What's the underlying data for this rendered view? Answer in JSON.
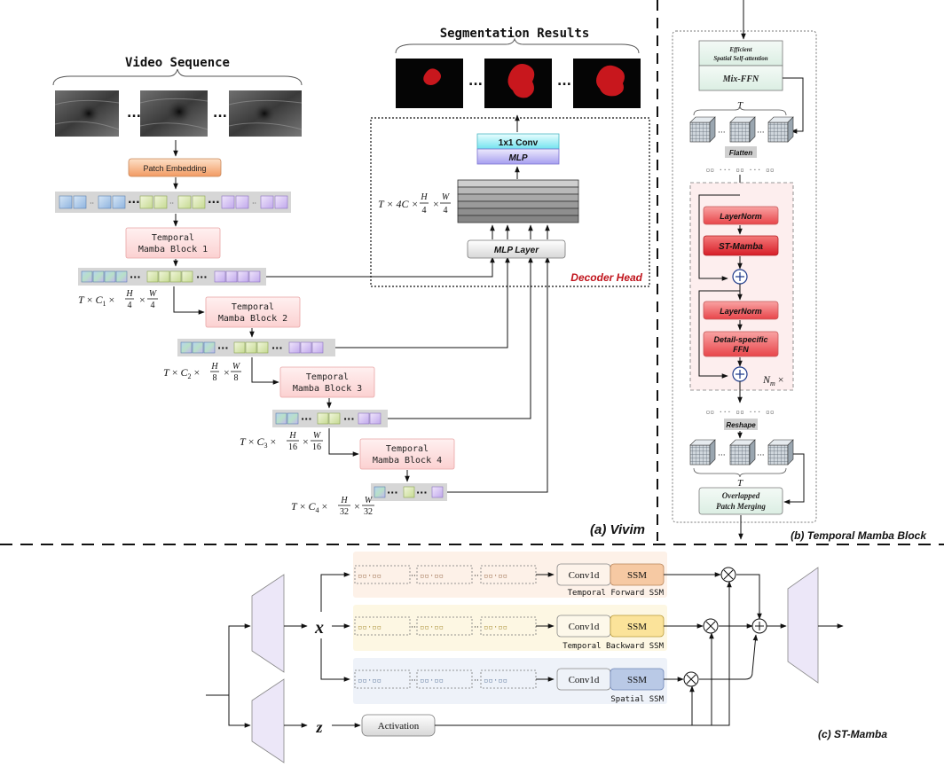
{
  "vivim": {
    "video_sequence_title": "Video Sequence",
    "ellipsis": "...",
    "patch_embedding": "Patch Embedding",
    "blocks": [
      {
        "line1": "Temporal",
        "line2": "Mamba Block 1"
      },
      {
        "line1": "Temporal",
        "line2": "Mamba Block 2"
      },
      {
        "line1": "Temporal",
        "line2": "Mamba Block 3"
      },
      {
        "line1": "Temporal",
        "line2": "Mamba Block 4"
      }
    ],
    "dims": [
      {
        "c": "1",
        "h": "H",
        "hd": "4",
        "w": "W",
        "wd": "4"
      },
      {
        "c": "2",
        "h": "H",
        "hd": "8",
        "w": "W",
        "wd": "8"
      },
      {
        "c": "3",
        "h": "H",
        "hd": "16",
        "w": "W",
        "wd": "16"
      },
      {
        "c": "4",
        "h": "H",
        "hd": "32",
        "w": "W",
        "wd": "32"
      }
    ],
    "segmentation_title": "Segmentation Results",
    "conv_label": "1x1 Conv",
    "mlp_label": "MLP",
    "mlp_layer_label": "MLP Layer",
    "decoder_label": "Decoder Head",
    "feature_dim": {
      "prefix": "T × 4C ×",
      "h": "H",
      "hd": "4",
      "w": "W",
      "wd": "4"
    },
    "caption": "(a) Vivim"
  },
  "tmb": {
    "esa_line1": "Efficient",
    "esa_line2": "Spatial Self-attention",
    "mixffn": "Mix-FFN",
    "t_label": "T",
    "flatten": "Flatten",
    "layernorm": "LayerNorm",
    "st_mamba": "ST-Mamba",
    "ffn_line1": "Detail-specific",
    "ffn_line2": "FFN",
    "nm_label": "N",
    "nm_sub": "m",
    "nm_suffix": "×",
    "reshape": "Reshape",
    "merge_line1": "Overlapped",
    "merge_line2": "Patch Merging",
    "caption": "(b) Temporal Mamba Block"
  },
  "stm": {
    "x_label": "x",
    "z_label": "z",
    "conv1d": "Conv1d",
    "ssm": "SSM",
    "lanes": [
      {
        "label": "Temporal Forward SSM",
        "bg": "#fdf1e8",
        "ssm_fill": "#f6c9a3"
      },
      {
        "label": "Temporal Backward SSM",
        "bg": "#fdf7e3",
        "ssm_fill": "#fbe39a"
      },
      {
        "label": "Spatial SSM",
        "bg": "#eef2f9",
        "ssm_fill": "#b9c9e6"
      }
    ],
    "activation": "Activation",
    "caption": "(c) ST-Mamba"
  },
  "colors": {
    "blue_token": "#a9c8e8",
    "green_token": "#dde9b9",
    "purple_token": "#d9c7f2",
    "red_block": "#f47a7a",
    "pink_block": "#fde4e4",
    "conv_cyan": "#b8f4f8",
    "mlp_purple": "#c8c3f4",
    "decoder_red": "#c0141c"
  }
}
